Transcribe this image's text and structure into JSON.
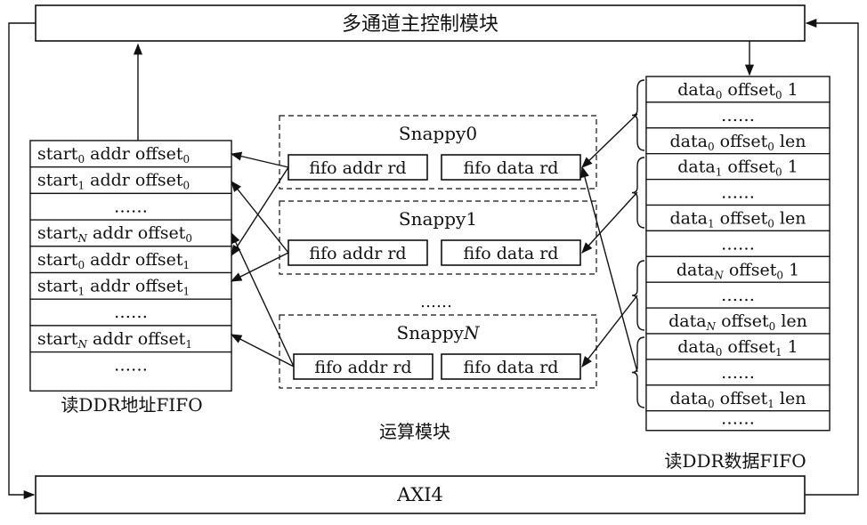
{
  "main_controller": "多通道主控制模块",
  "axi": "AXI4",
  "compute_label": "运算模块",
  "addr_fifo": {
    "caption": "读DDR地址FIFO",
    "rows": [
      {
        "pre": "start",
        "sub": "0",
        "mid": " addr offset",
        "sub2": "0"
      },
      {
        "pre": "start",
        "sub": "1",
        "mid": " addr offset",
        "sub2": "0"
      },
      {
        "pre": "……",
        "sub": "",
        "mid": "",
        "sub2": ""
      },
      {
        "pre": "start",
        "sub": "N",
        "mid": " addr offset",
        "sub2": "0"
      },
      {
        "pre": "start",
        "sub": "0",
        "mid": " addr offset",
        "sub2": "1"
      },
      {
        "pre": "start",
        "sub": "1",
        "mid": " addr offset",
        "sub2": "1"
      },
      {
        "pre": "……",
        "sub": "",
        "mid": "",
        "sub2": ""
      },
      {
        "pre": "start",
        "sub": "N",
        "mid": " addr offset",
        "sub2": "1"
      },
      {
        "pre": "……",
        "sub": "",
        "mid": "",
        "sub2": ""
      }
    ]
  },
  "snappy": [
    {
      "name": "Snappy0",
      "addr": "fifo addr rd",
      "data": "fifo data rd"
    },
    {
      "name": "Snappy1",
      "addr": "fifo addr rd",
      "data": "fifo data rd"
    },
    {
      "name": "SnappyN",
      "addr": "fifo addr rd",
      "data": "fifo data rd"
    }
  ],
  "snappy_ellipsis": "……",
  "data_fifo": {
    "caption": "读DDR数据FIFO",
    "rows": [
      {
        "t": "data",
        "s1": "0",
        "m": " offset",
        "s2": "0",
        "e": " 1"
      },
      {
        "t": "……",
        "s1": "",
        "m": "",
        "s2": "",
        "e": ""
      },
      {
        "t": "data",
        "s1": "0",
        "m": " offset",
        "s2": "0",
        "e": " len"
      },
      {
        "t": "data",
        "s1": "1",
        "m": " offset",
        "s2": "0",
        "e": " 1"
      },
      {
        "t": "……",
        "s1": "",
        "m": "",
        "s2": "",
        "e": ""
      },
      {
        "t": "data",
        "s1": "1",
        "m": " offset",
        "s2": "0",
        "e": " len"
      },
      {
        "t": "……",
        "s1": "",
        "m": "",
        "s2": "",
        "e": ""
      },
      {
        "t": "data",
        "s1": "N",
        "m": " offset",
        "s2": "0",
        "e": " 1"
      },
      {
        "t": "……",
        "s1": "",
        "m": "",
        "s2": "",
        "e": ""
      },
      {
        "t": "data",
        "s1": "N",
        "m": " offset",
        "s2": "0",
        "e": " len"
      },
      {
        "t": "data",
        "s1": "0",
        "m": " offset",
        "s2": "1",
        "e": " 1"
      },
      {
        "t": "……",
        "s1": "",
        "m": "",
        "s2": "",
        "e": ""
      },
      {
        "t": "data",
        "s1": "0",
        "m": " offset",
        "s2": "1",
        "e": " len"
      },
      {
        "t": "……",
        "s1": "",
        "m": "",
        "s2": "",
        "e": ""
      }
    ]
  }
}
